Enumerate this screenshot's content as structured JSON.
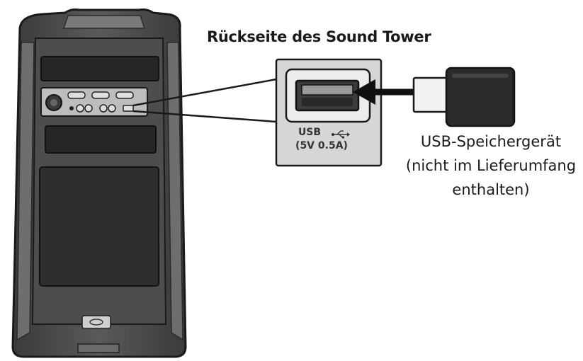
{
  "title": "Rückseite des Sound Tower",
  "port": {
    "label": "USB",
    "spec": "(5V 0.5A)",
    "icon": "usb-symbol-icon"
  },
  "device": {
    "line1": "USB-Speichergerät",
    "line2": "(nicht im Lieferumfang",
    "line3": "enthalten)"
  }
}
